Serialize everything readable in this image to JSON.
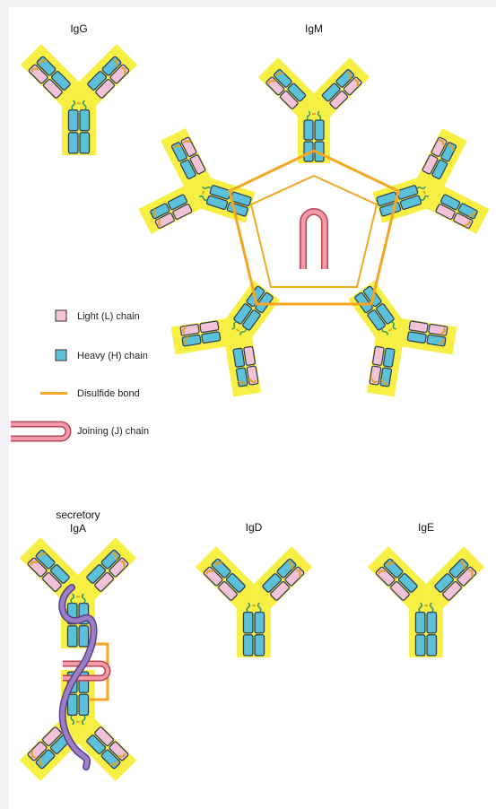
{
  "titles": {
    "igg": "IgG",
    "igm": "IgM",
    "iga_line1": "secretory",
    "iga_line2": "IgA",
    "igd": "IgD",
    "ige": "IgE"
  },
  "legend": {
    "light": "Light (L) chain",
    "heavy": "Heavy (H) chain",
    "disulfide": "Disulfide bond",
    "joining": "Joining (J) chain"
  },
  "colors": {
    "light_chain": "#f2c3d6",
    "heavy_chain": "#5bc0d8",
    "disulfide": "#f5a623",
    "joining": "#e8667a",
    "glow": "#f7ee3a",
    "secretory_component": "#9b7fc4",
    "hinge": "#2e9a6a"
  }
}
